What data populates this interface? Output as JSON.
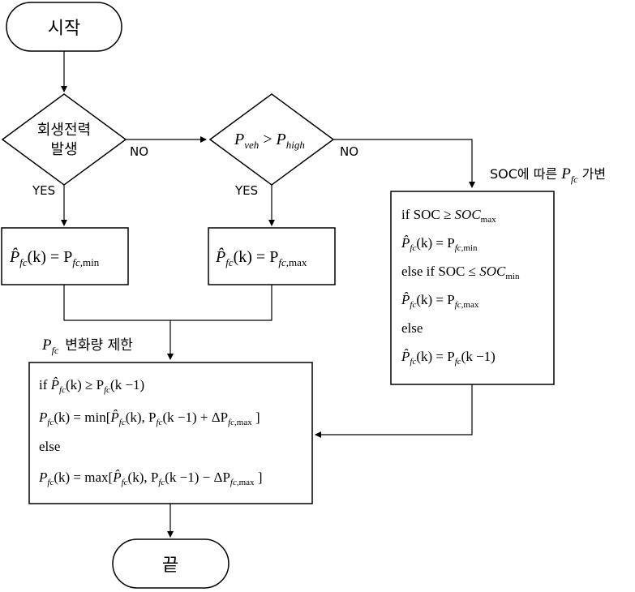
{
  "start": {
    "label": "시작"
  },
  "end": {
    "label": "끝"
  },
  "decision1": {
    "line1": "회생전력",
    "line2": "발생"
  },
  "decision2": {
    "P": "P",
    "sub_veh": "veh",
    "gt": " > ",
    "P2": "P",
    "sub_high": "high"
  },
  "edge_labels": {
    "no1": "NO",
    "no2": "NO",
    "yes1": "YES",
    "yes2": "YES"
  },
  "box_min": {
    "lhs": "(k) = P",
    "sub": "fc,",
    "subrm": "min"
  },
  "box_max": {
    "lhs": "(k) = P",
    "sub": "fc,",
    "subrm": "max"
  },
  "soc_caption": {
    "prefix": "SOC에 따른 ",
    "P": "P",
    "sub": "fc",
    "suffix": " 가변"
  },
  "rate_caption": {
    "P": "P",
    "sub": "fc",
    "text": "변화량 제한"
  },
  "soc_box": {
    "l1_text": "if SOC ≥ ",
    "l1_soc": "SOC",
    "l1_sub": "max",
    "l2_eq": "(k) = P",
    "l2_sub": "fc,",
    "l2_subrm": "min",
    "l3_text": "else if SOC ≤ ",
    "l3_soc": "SOC",
    "l3_sub": "min",
    "l4_eq": "(k) = P",
    "l4_sub": "fc,",
    "l4_subrm": "max",
    "l5_text": "else",
    "l6_eq": "(k) = P",
    "l6_sub": "fc",
    "l6_tail": "(k −1)"
  },
  "limit_box": {
    "l1_if": "if ",
    "l1_mid": "(k) ≥ P",
    "l1_tail": "(k −1)",
    "l2_a": "(k) = min[",
    "l2_b": "(k), P",
    "l2_c": "(k −1) + ΔP",
    "l2_d": "fc,",
    "l2_e": "max",
    "l2_f": " ]",
    "l3": "else",
    "l4_a": "(k) = max[",
    "l4_b": "(k), P",
    "l4_c": "(k −1) − ΔP",
    "l4_d": "fc,",
    "l4_e": "max",
    "l4_f": " ]",
    "P": "P",
    "sub": "fc"
  }
}
